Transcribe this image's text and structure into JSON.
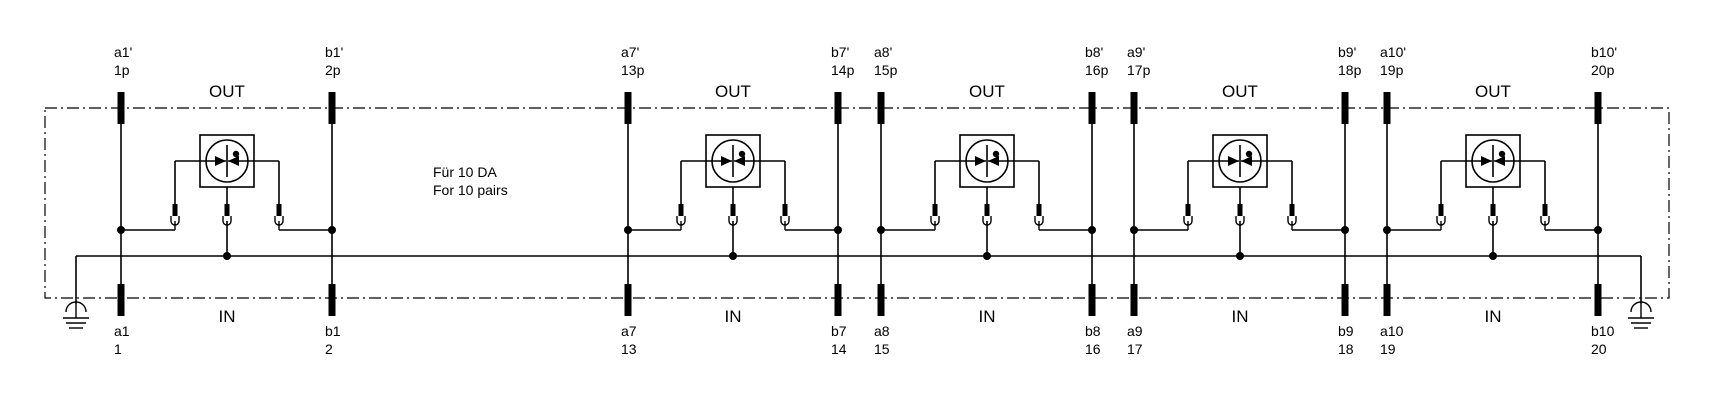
{
  "diagram": {
    "note_lines": [
      "Für 10 DA",
      "For 10 pairs"
    ],
    "units": [
      {
        "top_a": [
          "a1'",
          "1p"
        ],
        "top_b": [
          "b1'",
          "2p"
        ],
        "bottom_a": [
          "a1",
          "1"
        ],
        "bottom_b": [
          "b1",
          "2"
        ],
        "out": "OUT",
        "in": "IN"
      },
      {
        "top_a": [
          "a7'",
          "13p"
        ],
        "top_b": [
          "b7'",
          "14p"
        ],
        "bottom_a": [
          "a7",
          "13"
        ],
        "bottom_b": [
          "b7",
          "14"
        ],
        "out": "OUT",
        "in": "IN"
      },
      {
        "top_a": [
          "a8'",
          "15p"
        ],
        "top_b": [
          "b8'",
          "16p"
        ],
        "bottom_a": [
          "a8",
          "15"
        ],
        "bottom_b": [
          "b8",
          "16"
        ],
        "out": "OUT",
        "in": "IN"
      },
      {
        "top_a": [
          "a9'",
          "17p"
        ],
        "top_b": [
          "b9'",
          "18p"
        ],
        "bottom_a": [
          "a9",
          "17"
        ],
        "bottom_b": [
          "b9",
          "18"
        ],
        "out": "OUT",
        "in": "IN"
      },
      {
        "top_a": [
          "a10'",
          "19p"
        ],
        "top_b": [
          "b10'",
          "20p"
        ],
        "bottom_a": [
          "a10",
          "19"
        ],
        "bottom_b": [
          "b10",
          "20"
        ],
        "out": "OUT",
        "in": "IN"
      }
    ],
    "symbols": {
      "protector": "surge-protector-icon",
      "ground": "ground-icon",
      "terminal": "terminal-block-icon"
    },
    "colors": {
      "line": "#000000",
      "background": "#ffffff"
    }
  }
}
